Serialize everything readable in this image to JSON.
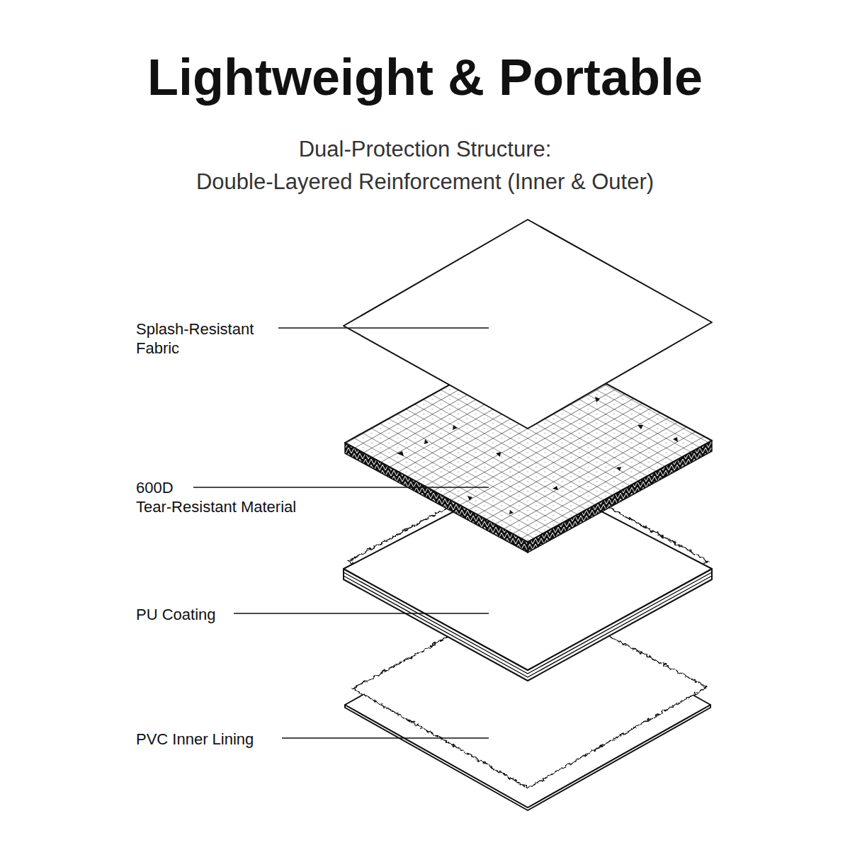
{
  "diagram": {
    "title": "Lightweight & Portable",
    "labels": [
      "Dual-Protection Structure: Double-Layered Reinforcement (Inner & Outer)",
      "Splash-Resistant Fabric",
      "600D Tear-Resistant Material",
      "PU Coating",
      "PVC Inner Lining"
    ]
  }
}
